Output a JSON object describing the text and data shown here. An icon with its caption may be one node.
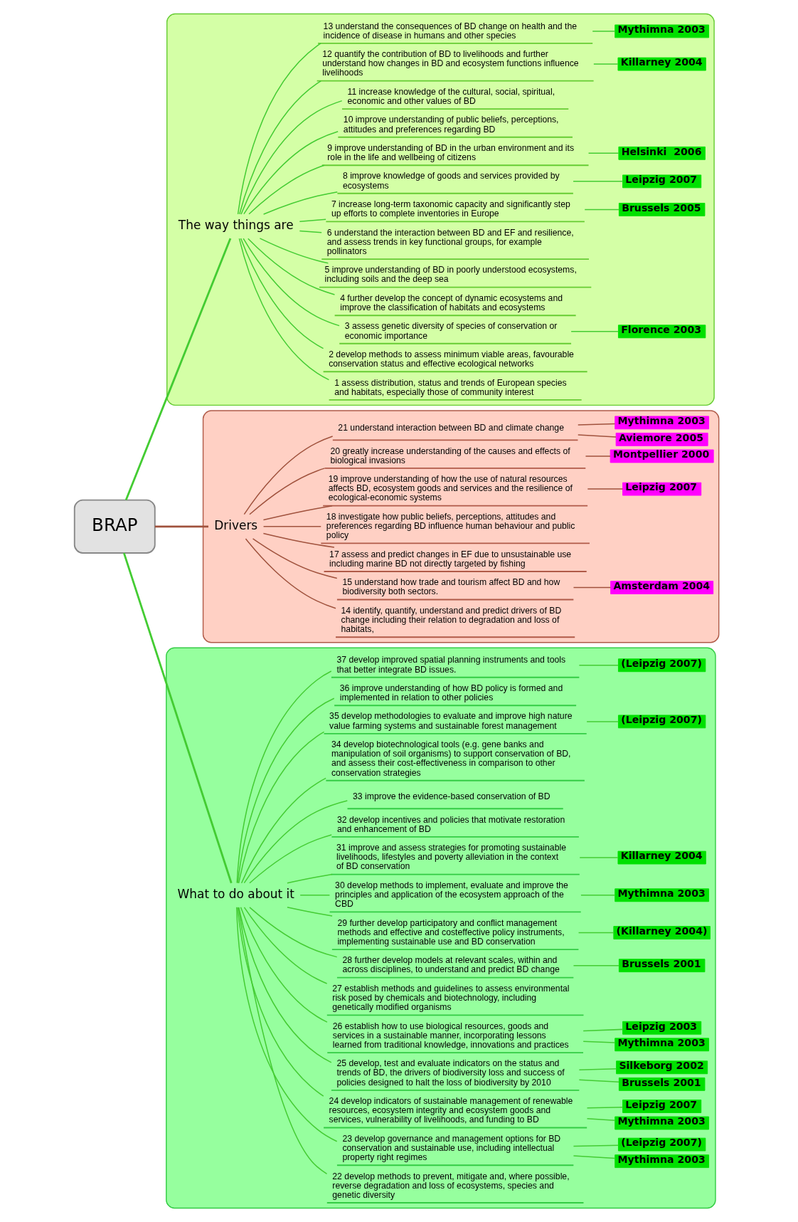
{
  "diagram": {
    "nodes": [
      {
        "text": [
          "BRAP"
        ]
      },
      {
        "text": [],
        "shape": "cloud"
      },
      {
        "text": [
          "The way things are"
        ],
        "in": 1
      },
      {
        "text": [
          "1 assess distribution, status and trends of European species and habitats, especially those of community interest"
        ],
        "in": 1
      },
      {
        "text": [
          "2 develop methods to assess minimum viable areas, favourable conservation status and effective ecological networks"
        ],
        "in": 1
      },
      {
        "text": [
          "3 assess genetic diversity of species of conservation or economic importance"
        ],
        "in": 1
      },
      {
        "text": [
          "Florence 2003"
        ],
        "in": 1
      },
      {
        "text": [
          "4 further develop the concept of dynamic ecosystems and improve the classification of habitats and ecosystems"
        ],
        "in": 1
      },
      {
        "text": [
          "5 improve understanding of BD in poorly understood ecosystems, including soils and the deep sea"
        ],
        "in": 1
      },
      {
        "text": [
          "6 understand the interaction between BD and EF and resilience, and assess trends in key functional groups, for example pollinators"
        ],
        "in": 1
      },
      {
        "text": [
          "7 increase long-term taxonomic capacity and significantly step up efforts to complete inventories in Europe"
        ],
        "in": 1
      },
      {
        "text": [
          "Brussels 2005"
        ],
        "in": 1
      },
      {
        "text": [
          "8 improve knowledge of goods and services provided by ecosystems"
        ],
        "in": 1
      },
      {
        "text": [
          "Leipzig 2007"
        ],
        "in": 1
      },
      {
        "text": [
          "9 improve understanding of BD in the urban environment and its role in the life and wellbeing of citizens"
        ],
        "in": 1
      },
      {
        "text": [
          "Helsinki  2006"
        ],
        "in": 1
      },
      {
        "text": [
          "10 improve understanding of public beliefs, perceptions, attitudes and preferences regarding BD"
        ],
        "in": 1
      },
      {
        "text": [
          "11 increase knowledge of the cultural, social, spiritual, economic and other values of BD"
        ],
        "in": 1
      },
      {
        "text": [
          "12 quantify the contribution of BD to livelihoods and further understand how changes in BD and ecosystem functions influence livelihoods"
        ],
        "in": 1
      },
      {
        "text": [
          "Killarney 2004"
        ],
        "in": 1
      },
      {
        "text": [
          "13 understand the consequences of BD change on health and the incidence of disease in humans and other species"
        ],
        "in": 1
      },
      {
        "text": [
          "Mythimna 2003"
        ],
        "in": 1
      },
      {
        "text": [],
        "shape": "cloud"
      },
      {
        "text": [
          "Drivers"
        ],
        "in": 22
      },
      {
        "text": [
          "14 identify, quantify, understand and predict drivers of BD change including their relation to degradation and loss of habitats,"
        ],
        "in": 22
      },
      {
        "text": [
          "15 understand how trade and tourism affect BD and how biodiversity both sectors."
        ],
        "in": 22
      },
      {
        "text": [
          "Amsterdam 2004"
        ],
        "in": 22
      },
      {
        "text": [
          "17 assess and predict changes in EF due to unsustainable use including marine BD not directly targeted by fishing"
        ],
        "in": 22
      },
      {
        "text": [
          "18 investigate how public beliefs, perceptions, attitudes and preferences regarding BD influence human behaviour and public policy"
        ],
        "in": 22
      },
      {
        "text": [
          "19 improve understanding of how the use of natural resources affects BD, ecosystem goods and services and the resilience of ecological-economic systems"
        ],
        "in": 22
      },
      {
        "text": [
          "Leipzig 2007"
        ],
        "in": 22
      },
      {
        "text": [
          "20 greatly increase understanding of the causes and effects of biological invasions"
        ],
        "in": 22
      },
      {
        "text": [
          "Montpellier 2000"
        ],
        "in": 22
      },
      {
        "text": [
          "21 understand interaction between BD and climate change"
        ],
        "in": 22
      },
      {
        "text": [
          "Aviemore 2005"
        ],
        "in": 22
      },
      {
        "text": [
          "Mythimna 2003"
        ],
        "in": 22
      },
      {
        "text": [],
        "shape": "cloud"
      },
      {
        "text": [
          "What to do about it"
        ],
        "in": 36
      },
      {
        "text": [
          "22 develop methods to prevent, mitigate and, where possible, reverse degradation and loss of ecosystems, species and genetic diversity"
        ],
        "in": 36
      },
      {
        "text": [
          "23 develop governance and management options for BD conservation and sustainable use, including intellectual property right regimes"
        ],
        "in": 36
      },
      {
        "text": [
          "Mythimna 2003"
        ],
        "in": 36
      },
      {
        "text": [
          "(Leipzig 2007)"
        ],
        "in": 36
      },
      {
        "text": [
          "24 develop indicators of sustainable management of renewable resources, ecosystem integrity and ecosystem goods and services, vulnerability of livelihoods, and funding to BD"
        ],
        "in": 36
      },
      {
        "text": [
          "Mythimna 2003"
        ],
        "in": 36
      },
      {
        "text": [
          "Leipzig 2007"
        ],
        "in": 36
      },
      {
        "text": [
          "25 develop, test and evaluate indicators on the status and trends of BD, the drivers of biodiversity loss and success of policies designed to halt the loss of biodiversity by 2010"
        ],
        "in": 36
      },
      {
        "text": [
          "Brussels 2001"
        ],
        "in": 36
      },
      {
        "text": [
          "Silkeborg 2002"
        ],
        "in": 36
      },
      {
        "text": [
          "26 establish how to use biological resources, goods and services in a sustainable manner, incorporating lessons learned from traditional knowledge, innovations and practices"
        ],
        "in": 36
      },
      {
        "text": [
          "Mythimna 2003"
        ],
        "in": 36
      },
      {
        "text": [
          "Leipzig 2003"
        ],
        "in": 36
      },
      {
        "text": [
          "27 establish methods and guidelines to assess environmental risk posed by chemicals and biotechnology, including genetically modified organisms"
        ],
        "in": 36
      },
      {
        "text": [
          "28 further develop models at relevant scales, within and across disciplines, to understand and predict BD change"
        ],
        "in": 36
      },
      {
        "text": [
          "Brussels 2001"
        ],
        "in": 36
      },
      {
        "text": [
          "29 further develop participatory and conflict management methods and effective and costeffective policy instruments, implementing sustainable use and BD conservation"
        ],
        "in": 36
      },
      {
        "text": [
          "(Killarney 2004)"
        ],
        "in": 36
      },
      {
        "text": [
          "30 develop methods to implement, evaluate and improve the principles and application of the ecosystem approach of the CBD"
        ],
        "in": 36
      },
      {
        "text": [
          "Mythimna 2003"
        ],
        "in": 36
      },
      {
        "text": [
          "31 improve and assess strategies for promoting sustainable livelihoods, lifestyles and poverty alleviation in the context of BD conservation"
        ],
        "in": 36
      },
      {
        "text": [
          "Killarney 2004"
        ],
        "in": 36
      },
      {
        "text": [
          "32 develop incentives and policies that motivate restoration and enhancement of BD"
        ],
        "in": 36
      },
      {
        "text": [
          "33 improve the evidence-based conservation of BD"
        ],
        "in": 36
      },
      {
        "text": [
          "34 develop biotechnological tools (e.g. gene banks and manipulation of soil organisms) to support conservation of BD, and assess their cost-effectiveness in comparison to other conservation strategies"
        ],
        "in": 36
      },
      {
        "text": [
          "35 develop methodologies to evaluate and improve high nature value farming systems and sustainable forest management"
        ],
        "in": 36
      },
      {
        "text": [
          "(Leipzig 2007)"
        ],
        "in": 36
      },
      {
        "text": [
          "36 improve understanding of how BD policy is formed and implemented in relation to other policies"
        ],
        "in": 36
      },
      {
        "text": [
          "37 develop improved spatial planning instruments and tools that better integrate BD issues."
        ],
        "in": 36
      },
      {
        "text": [
          "(Leipzig 2007)"
        ],
        "in": 36
      }
    ],
    "edges": [
      {
        "from": 0,
        "to": 2,
        "arrow": "none"
      },
      {
        "from": 0,
        "to": 23,
        "arrow": "none",
        "color": "#a0523d"
      },
      {
        "from": 0,
        "to": 37,
        "arrow": "none"
      },
      {
        "from": 2,
        "to": 3,
        "arrow": "none"
      },
      {
        "from": 2,
        "to": 4,
        "arrow": "none"
      },
      {
        "from": 2,
        "to": 5,
        "arrow": "none"
      },
      {
        "from": 5,
        "to": 6,
        "arrow": "none"
      },
      {
        "from": 2,
        "to": 7,
        "arrow": "none"
      },
      {
        "from": 2,
        "to": 8,
        "arrow": "none"
      },
      {
        "from": 2,
        "to": 9,
        "arrow": "none"
      },
      {
        "from": 2,
        "to": 10,
        "arrow": "none"
      },
      {
        "from": 10,
        "to": 11,
        "arrow": "none"
      },
      {
        "from": 2,
        "to": 12,
        "arrow": "none"
      },
      {
        "from": 12,
        "to": 13,
        "arrow": "none"
      },
      {
        "from": 2,
        "to": 14,
        "arrow": "none"
      },
      {
        "from": 14,
        "to": 15,
        "arrow": "none"
      },
      {
        "from": 2,
        "to": 16,
        "arrow": "none"
      },
      {
        "from": 2,
        "to": 17,
        "arrow": "none"
      },
      {
        "from": 2,
        "to": 18,
        "arrow": "none"
      },
      {
        "from": 18,
        "to": 19,
        "arrow": "none"
      },
      {
        "from": 2,
        "to": 20,
        "arrow": "none"
      },
      {
        "from": 20,
        "to": 21,
        "arrow": "none"
      },
      {
        "from": 23,
        "to": 24,
        "arrow": "none",
        "color": "#a0523d"
      },
      {
        "from": 23,
        "to": 25,
        "arrow": "none",
        "color": "#a0523d"
      },
      {
        "from": 25,
        "to": 26,
        "arrow": "none",
        "color": "#a0523d"
      },
      {
        "from": 23,
        "to": 27,
        "arrow": "none",
        "color": "#a0523d"
      },
      {
        "from": 23,
        "to": 28,
        "arrow": "none",
        "color": "#a0523d"
      },
      {
        "from": 23,
        "to": 29,
        "arrow": "none",
        "color": "#a0523d"
      },
      {
        "from": 29,
        "to": 30,
        "arrow": "none",
        "color": "#a0523d"
      },
      {
        "from": 23,
        "to": 31,
        "arrow": "none",
        "color": "#a0523d"
      },
      {
        "from": 31,
        "to": 32,
        "arrow": "none",
        "color": "#a0523d"
      },
      {
        "from": 23,
        "to": 33,
        "arrow": "none",
        "color": "#a0523d"
      },
      {
        "from": 33,
        "to": 34,
        "arrow": "none",
        "color": "#a0523d"
      },
      {
        "from": 33,
        "to": 35,
        "arrow": "none",
        "color": "#a0523d"
      },
      {
        "from": 37,
        "to": 38,
        "arrow": "none"
      },
      {
        "from": 37,
        "to": 39,
        "arrow": "none"
      },
      {
        "from": 39,
        "to": 40,
        "arrow": "none"
      },
      {
        "from": 39,
        "to": 41,
        "arrow": "none"
      },
      {
        "from": 37,
        "to": 42,
        "arrow": "none"
      },
      {
        "from": 42,
        "to": 43,
        "arrow": "none"
      },
      {
        "from": 42,
        "to": 44,
        "arrow": "none"
      },
      {
        "from": 37,
        "to": 45,
        "arrow": "none"
      },
      {
        "from": 45,
        "to": 46,
        "arrow": "none"
      },
      {
        "from": 45,
        "to": 47,
        "arrow": "none"
      },
      {
        "from": 37,
        "to": 48,
        "arrow": "none"
      },
      {
        "from": 48,
        "to": 49,
        "arrow": "none"
      },
      {
        "from": 48,
        "to": 50,
        "arrow": "none"
      },
      {
        "from": 37,
        "to": 51,
        "arrow": "none"
      },
      {
        "from": 37,
        "to": 52,
        "arrow": "none"
      },
      {
        "from": 52,
        "to": 53,
        "arrow": "none"
      },
      {
        "from": 37,
        "to": 54,
        "arrow": "none"
      },
      {
        "from": 54,
        "to": 55,
        "arrow": "none"
      },
      {
        "from": 37,
        "to": 56,
        "arrow": "none"
      },
      {
        "from": 56,
        "to": 57,
        "arrow": "none"
      },
      {
        "from": 37,
        "to": 58,
        "arrow": "none"
      },
      {
        "from": 58,
        "to": 59,
        "arrow": "none"
      },
      {
        "from": 37,
        "to": 60,
        "arrow": "none"
      },
      {
        "from": 37,
        "to": 61,
        "arrow": "none"
      },
      {
        "from": 37,
        "to": 62,
        "arrow": "none"
      },
      {
        "from": 37,
        "to": 63,
        "arrow": "none"
      },
      {
        "from": 63,
        "to": 64,
        "arrow": "none"
      },
      {
        "from": 37,
        "to": 65,
        "arrow": "none"
      },
      {
        "from": 37,
        "to": 66,
        "arrow": "none"
      },
      {
        "from": 66,
        "to": 67,
        "arrow": "none"
      }
    ]
  }
}
